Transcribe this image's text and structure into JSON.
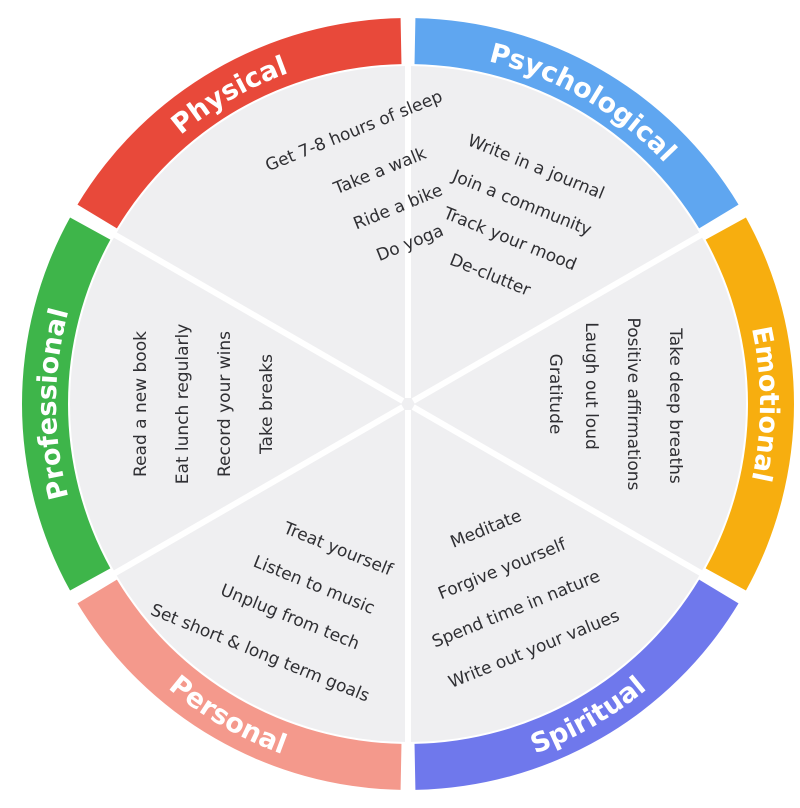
{
  "segments": [
    {
      "id": "physical",
      "title": "Physical",
      "color": "#e8493a",
      "items": [
        "Get 7-8 hours of sleep",
        "Take a walk",
        "Ride a bike",
        "Do yoga"
      ]
    },
    {
      "id": "psychological",
      "title": "Psychological",
      "color": "#5fa6f0",
      "items": [
        "Write in a journal",
        "Join a community",
        "Track your mood",
        "De-clutter"
      ]
    },
    {
      "id": "emotional",
      "title": "Emotional",
      "color": "#f7ae0f",
      "items": [
        "Take deep breaths",
        "Positive affirmations",
        "Laugh out loud",
        "Gratitude"
      ]
    },
    {
      "id": "spiritual",
      "title": "Spiritual",
      "color": "#6f78ec",
      "items": [
        "Meditate",
        "Forgive yourself",
        "Spend time in nature",
        "Write out your values"
      ]
    },
    {
      "id": "personal",
      "title": "Personal",
      "color": "#f4998c",
      "items": [
        "Treat yourself",
        "Listen to music",
        "Unplug from tech",
        "Set short & long term goals"
      ]
    },
    {
      "id": "professional",
      "title": "Professional",
      "color": "#3eb54a",
      "items": [
        "Read a new book",
        "Eat lunch regularly",
        "Record your wins",
        "Take breaks"
      ]
    }
  ],
  "colors": {
    "inner_fill": "#efeff1",
    "divider": "#ffffff",
    "text": "#2f2f33"
  }
}
